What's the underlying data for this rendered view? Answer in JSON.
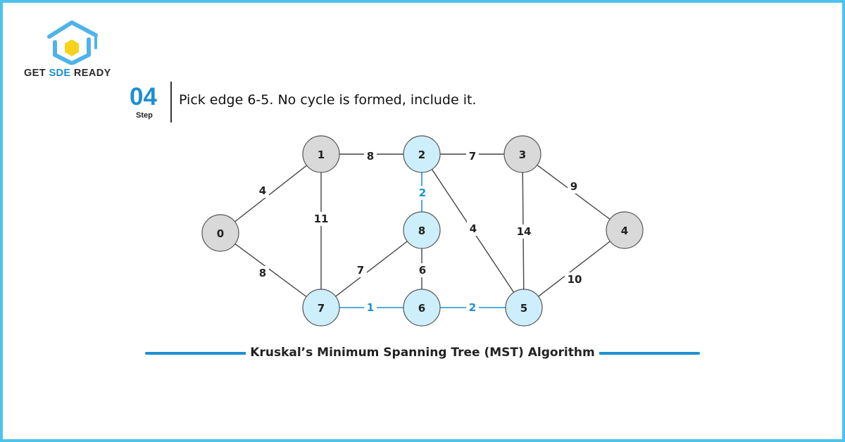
{
  "brand": {
    "prefix": "GET ",
    "accent": "SDE",
    "suffix": " READY",
    "logo_icon": "graduation-cap-hexagon-icon"
  },
  "step": {
    "number": "04",
    "word": "Step",
    "description": "Pick edge 6-5. No cycle is formed, include it."
  },
  "colors": {
    "border": "#4cc3ea",
    "accent": "#1d8fd3",
    "node_default_fill": "#d9d9d9",
    "node_mst_fill": "#cdeefb",
    "edge_default": "#444444",
    "edge_mst": "#1d8fd3"
  },
  "graph": {
    "nodes": [
      {
        "id": "0",
        "in_mst": false
      },
      {
        "id": "1",
        "in_mst": false
      },
      {
        "id": "2",
        "in_mst": true
      },
      {
        "id": "3",
        "in_mst": false
      },
      {
        "id": "4",
        "in_mst": false
      },
      {
        "id": "5",
        "in_mst": true
      },
      {
        "id": "6",
        "in_mst": true
      },
      {
        "id": "7",
        "in_mst": true
      },
      {
        "id": "8",
        "in_mst": true
      }
    ],
    "edges": [
      {
        "from": "0",
        "to": "1",
        "weight": "4",
        "in_mst": false
      },
      {
        "from": "0",
        "to": "7",
        "weight": "8",
        "in_mst": false
      },
      {
        "from": "1",
        "to": "2",
        "weight": "8",
        "in_mst": false
      },
      {
        "from": "1",
        "to": "7",
        "weight": "11",
        "in_mst": false
      },
      {
        "from": "2",
        "to": "3",
        "weight": "7",
        "in_mst": false
      },
      {
        "from": "2",
        "to": "8",
        "weight": "2",
        "in_mst": true
      },
      {
        "from": "2",
        "to": "5",
        "weight": "4",
        "in_mst": false
      },
      {
        "from": "3",
        "to": "4",
        "weight": "9",
        "in_mst": false
      },
      {
        "from": "3",
        "to": "5",
        "weight": "14",
        "in_mst": false
      },
      {
        "from": "4",
        "to": "5",
        "weight": "10",
        "in_mst": false
      },
      {
        "from": "5",
        "to": "6",
        "weight": "2",
        "in_mst": true
      },
      {
        "from": "6",
        "to": "7",
        "weight": "1",
        "in_mst": true
      },
      {
        "from": "6",
        "to": "8",
        "weight": "6",
        "in_mst": false
      },
      {
        "from": "7",
        "to": "8",
        "weight": "7",
        "in_mst": false
      }
    ]
  },
  "footer": {
    "title": "Kruskal’s Minimum Spanning Tree (MST) Algorithm"
  }
}
